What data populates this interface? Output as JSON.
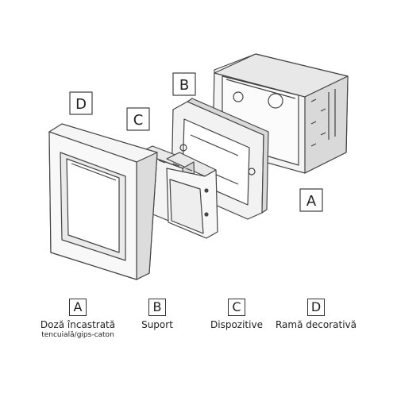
{
  "diagram": {
    "labels": {
      "a": "A",
      "b": "B",
      "c": "C",
      "d": "D"
    }
  },
  "legend": [
    {
      "letter": "A",
      "text": "Doză încastrată",
      "sub": "tencuială/gips-caton"
    },
    {
      "letter": "B",
      "text": "Suport",
      "sub": ""
    },
    {
      "letter": "C",
      "text": "Dispozitive",
      "sub": ""
    },
    {
      "letter": "D",
      "text": "Ramă decorativă",
      "sub": ""
    }
  ]
}
